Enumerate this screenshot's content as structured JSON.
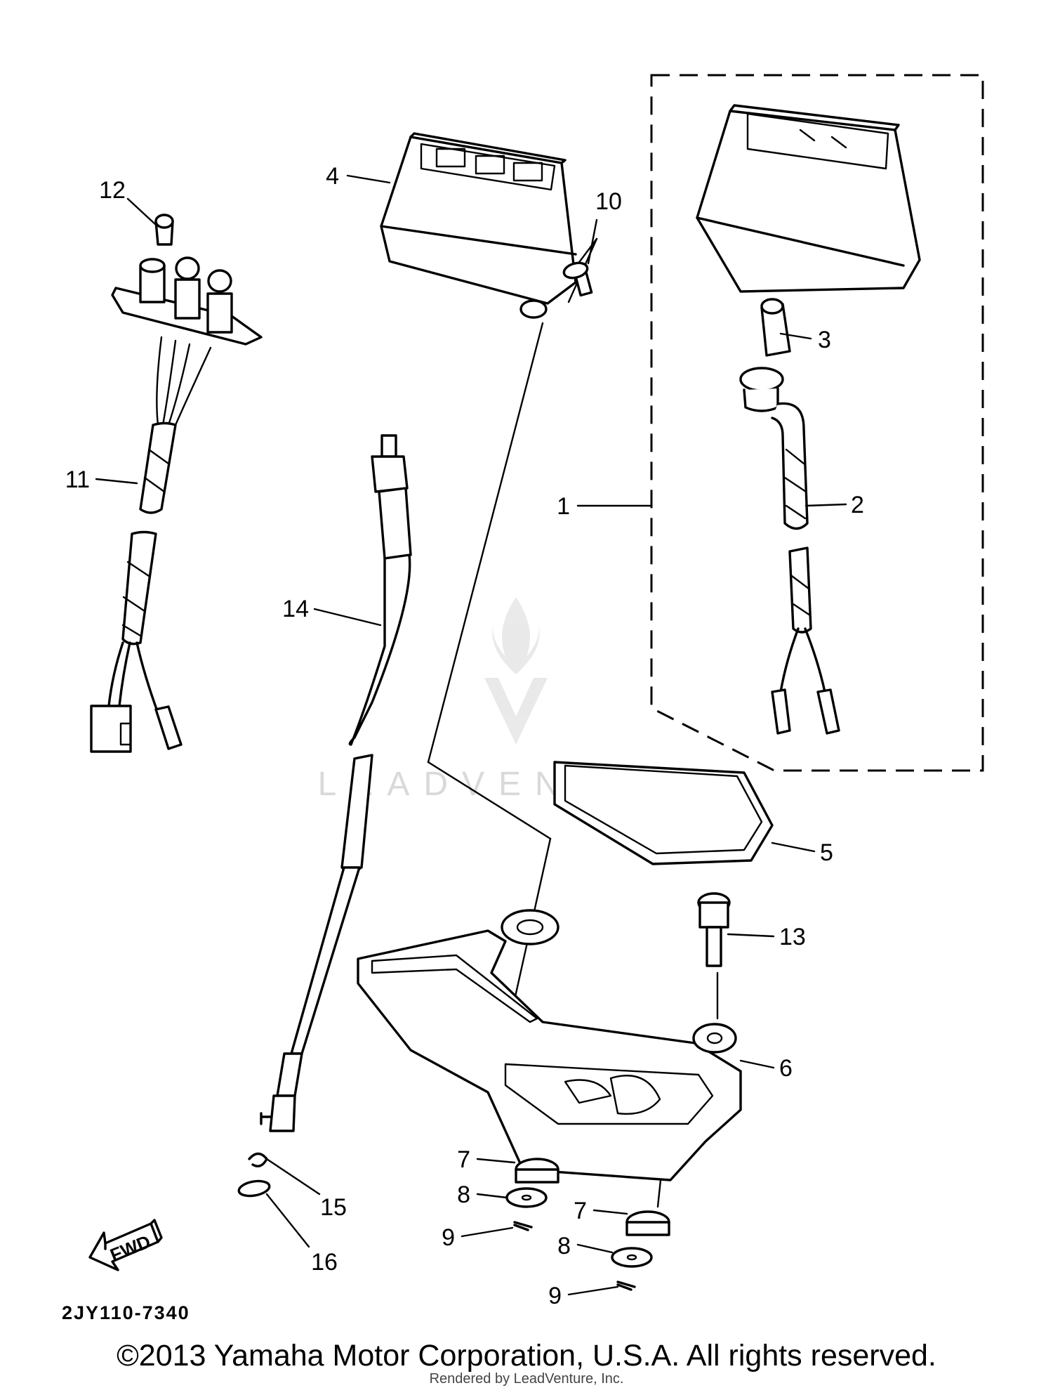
{
  "diagram_code": "2JY110-7340",
  "copyright": "©2013 Yamaha Motor Corporation, U.S.A. All rights reserved.",
  "rendered_by": "Rendered by LeadVenture, Inc.",
  "watermark_text": "LEADVENTURE",
  "fwd_label": "FWD",
  "callouts": [
    {
      "id": "1",
      "label": "1"
    },
    {
      "id": "2",
      "label": "2"
    },
    {
      "id": "3",
      "label": "3"
    },
    {
      "id": "4",
      "label": "4"
    },
    {
      "id": "5",
      "label": "5"
    },
    {
      "id": "6",
      "label": "6"
    },
    {
      "id": "7a",
      "label": "7"
    },
    {
      "id": "7b",
      "label": "7"
    },
    {
      "id": "8a",
      "label": "8"
    },
    {
      "id": "8b",
      "label": "8"
    },
    {
      "id": "9a",
      "label": "9"
    },
    {
      "id": "9b",
      "label": "9"
    },
    {
      "id": "10",
      "label": "10"
    },
    {
      "id": "11",
      "label": "11"
    },
    {
      "id": "12",
      "label": "12"
    },
    {
      "id": "13",
      "label": "13"
    },
    {
      "id": "14",
      "label": "14"
    },
    {
      "id": "15",
      "label": "15"
    },
    {
      "id": "16",
      "label": "16"
    }
  ]
}
